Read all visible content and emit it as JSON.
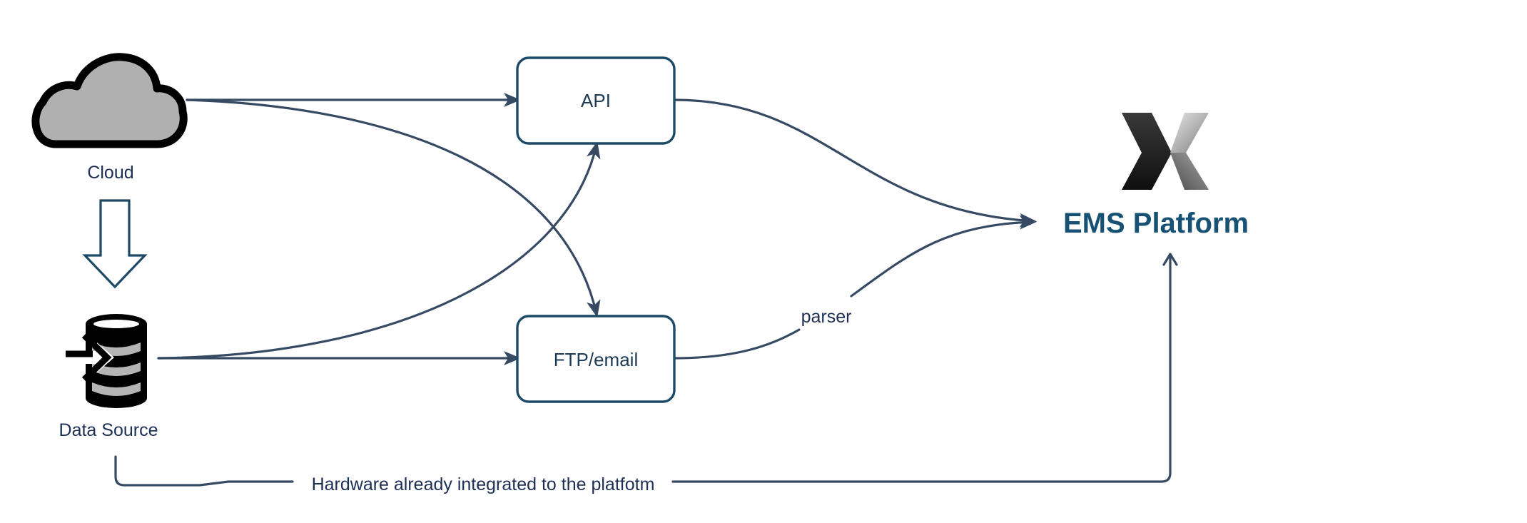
{
  "diagram": {
    "nodes": {
      "cloud": {
        "label": "Cloud",
        "icon": "cloud-icon"
      },
      "data_source": {
        "label": "Data Source",
        "icon": "database-import-icon"
      },
      "api": {
        "label": "API"
      },
      "ftp_email": {
        "label": "FTP/email"
      },
      "ems_platform": {
        "label": "EMS Platform",
        "icon": "ems-logo"
      }
    },
    "edges": [
      {
        "from": "Cloud",
        "to": "API"
      },
      {
        "from": "Cloud",
        "to": "FTP/email"
      },
      {
        "from": "Cloud",
        "to": "Data Source",
        "style": "hollow-arrow"
      },
      {
        "from": "Data Source",
        "to": "API"
      },
      {
        "from": "Data Source",
        "to": "FTP/email"
      },
      {
        "from": "API",
        "to": "EMS Platform"
      },
      {
        "from": "FTP/email",
        "to": "EMS Platform",
        "label": "parser"
      },
      {
        "from": "Data Source",
        "to": "EMS Platform",
        "label": "Hardware already integrated to the platfotm"
      }
    ],
    "labels": {
      "parser": "parser",
      "hardware": "Hardware already integrated to the platfotm"
    },
    "colors": {
      "connector": "#374a63",
      "box_border": "#1d4a66",
      "title": "#175274",
      "text": "#1d2f55"
    }
  }
}
